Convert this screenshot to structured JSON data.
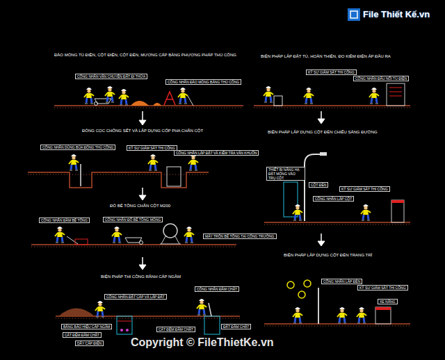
{
  "diagram": {
    "nodes": [
      {
        "text": [
          "CÔNG NHÂN VẬN CHUYỂN ĐẤT ĐI THỪA"
        ]
      },
      {
        "text": [
          "CÔNG NHÂN ĐÀO MÓNG BẰNG THỦ CÔNG"
        ]
      },
      {
        "text": [
          "CÔNG NHÂN DÙNG BÚA ĐÓNG THỦ CÔNG"
        ]
      },
      {
        "text": [
          "KỸ SƯ GIÁM SÁT THI CÔNG"
        ]
      },
      {
        "text": [
          "CÔNG NHÂN LẮP ĐẶT VÀ KIỂM TRA VÁN KHUÔN"
        ]
      },
      {
        "text": [
          "CÔNG NHÂN ĐẦM BÊ TÔNG"
        ]
      },
      {
        "text": [
          "CÔNG NHÂN ĐỔ BÊ TÔNG MÓNG"
        ]
      },
      {
        "text": [
          "MÁY TRỘN BÊ TÔNG TẠI CÔNG TRƯỜNG"
        ]
      },
      {
        "text": [
          "CÔNG NHÂN ĐẶT CÁP VÀ LẤP ĐẤT"
        ]
      },
      {
        "text": [
          "CÔNG NHÂN ĐẦM CHẶT"
        ]
      },
      {
        "text": [
          "BĂNG BÁO HIỆU CÁP NGẦM"
        ]
      },
      {
        "text": [
          "CÁT ĐỆM ĐẦM CHẶT"
        ]
      },
      {
        "text": [
          "DÂY CÁP ĐIỆN"
        ]
      },
      {
        "text": [
          "CÁT ĐỆM ĐẦM CHẶT"
        ]
      },
      {
        "text": [
          "ĐẤT ĐẦM CHẶT"
        ]
      },
      {
        "text": [
          "KỸ SƯ GIÁM SÁT THI CÔNG"
        ]
      },
      {
        "text": [
          "CÔNG NHÂN ĐẤU NỐI TỦ ĐIỆN"
        ]
      },
      {
        "text": [
          "THIẾT BỊ NÂNG HẠ ĐẶT MÓNG VÀO TRỤ CỘT"
        ]
      },
      {
        "text": [
          "CỘT ĐÈN"
        ]
      },
      {
        "text": [
          "KỸ SƯ GIÁM SÁT THI CÔNG"
        ]
      },
      {
        "text": [
          "CÔNG NHÂN LẮP CỘT"
        ]
      },
      {
        "text": [
          "CÔNG NHÂN LẮP ĐÈN"
        ]
      },
      {
        "text": [
          "KỸ SƯ GIÁM SÁT THI CÔNG"
        ]
      },
      {
        "text": [
          "XE NÂNG"
        ]
      }
    ],
    "labels": [
      "ĐÀO MÓNG TỦ ĐIỆN, CỘT ĐIỆN, CỘT ĐÈN, MƯƠNG CÁP BẰNG PHƯƠNG PHÁP THỦ CÔNG",
      "BIỆN PHÁP LẮP ĐẶT TỦ, HOÀN THIỆN, ĐO KIỂM ĐIỆN ÁP ĐẦU RA",
      "ĐÓNG CỌC CHỐNG SẾT VÀ LẮP DỰNG CỐP PHA CHÂN CỘT",
      "BIỆN PHÁP LẮP DỰNG CỘT ĐÈN CHIẾU SÁNG ĐƯỜNG",
      "ĐỔ BÊ TÔNG CHÂN CỘT M200",
      "BIỆN PHÁP THI CÔNG RÃNH CÁP NGẦM",
      "BIỆN PHÁP LẮP DỰNG CỘT ĐÈN TRANG TRÍ",
      "File Thiết Kế.vn",
      "Copyright © FileThietKe.vn"
    ]
  }
}
